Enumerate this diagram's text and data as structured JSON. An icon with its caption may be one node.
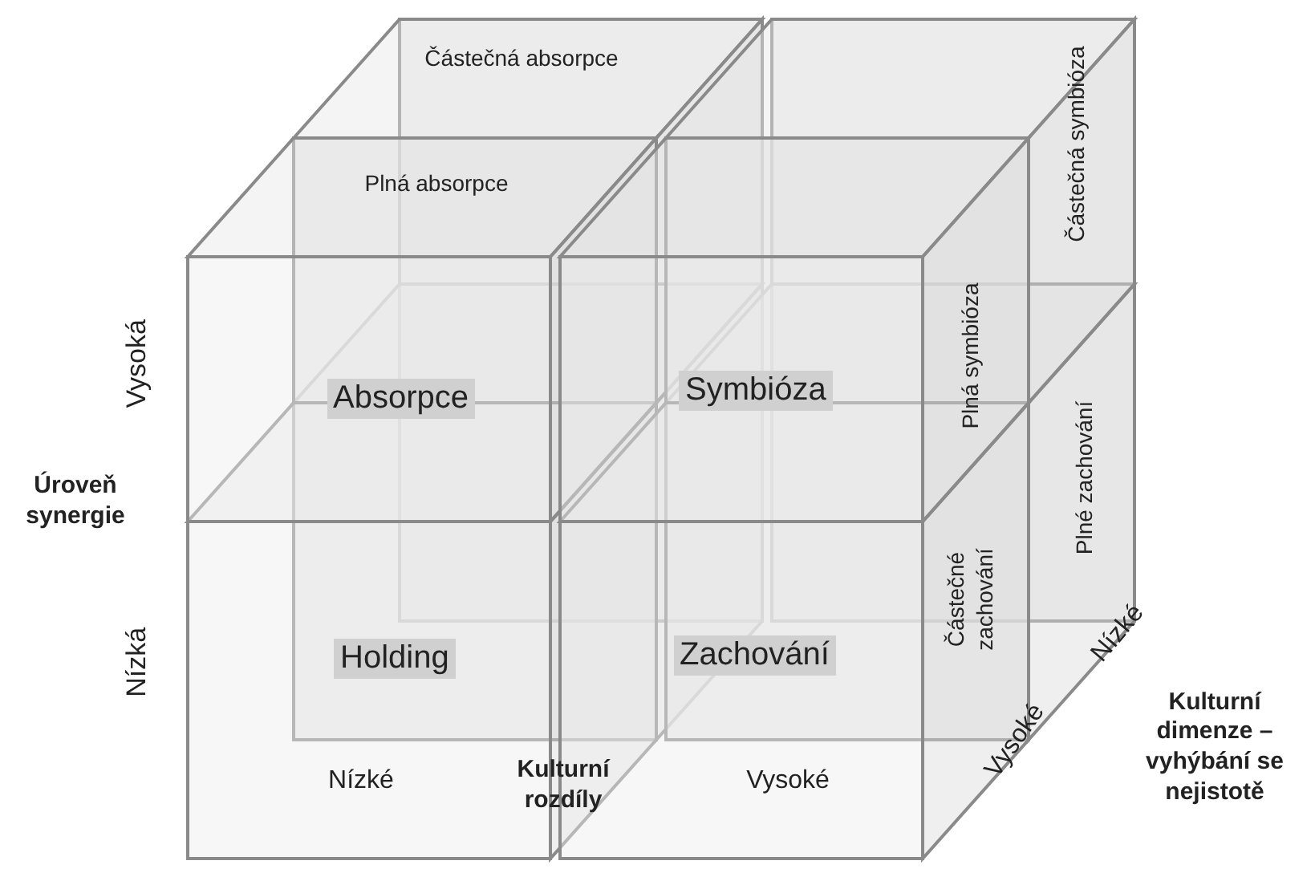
{
  "diagram": {
    "labels": [
      "Částečná absorpce",
      "Plná absorpce",
      "Částečná symbióza",
      "Vysoká",
      "Plná symbióza",
      "Absorpce",
      "Symbióza",
      "Úroveň synergie",
      "Plné zachování",
      "Částečné zachování",
      "Nízká",
      "Holding",
      "Zachování",
      "Nízké",
      "Kulturní dimenze – vyhýbání se nejistotě",
      "Vysoké",
      "Nízké",
      "Kulturní rozdíly",
      "Vysoké"
    ]
  }
}
